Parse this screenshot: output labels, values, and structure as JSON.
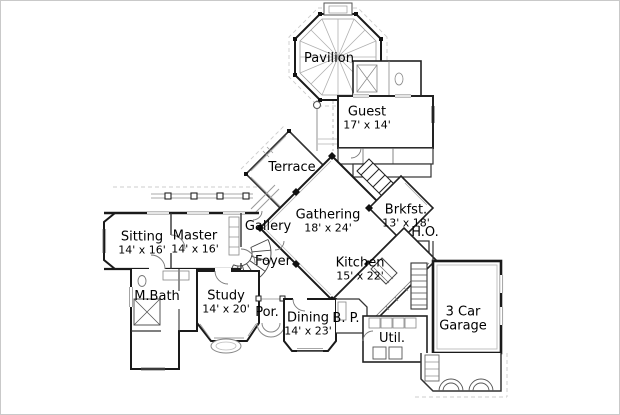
{
  "plan": {
    "rooms": {
      "pavilion": {
        "line1": "Pavilion"
      },
      "guest": {
        "line1": "Guest",
        "line2": "17' x 14'"
      },
      "terrace": {
        "line1": "Terrace"
      },
      "gathering": {
        "line1": "Gathering",
        "line2": "18' x 24'"
      },
      "breakfast": {
        "line1": "Brkfst.",
        "line2": "13' x 18'"
      },
      "home_office": {
        "line1": "H.O."
      },
      "gallery": {
        "line1": "Gallery"
      },
      "sitting": {
        "line1": "Sitting",
        "line2": "14' x 16'"
      },
      "master": {
        "line1": "Master",
        "line2": "14' x 16'"
      },
      "foyer": {
        "line1": "Foyer"
      },
      "kitchen": {
        "line1": "Kitchen",
        "line2": "15' x 22'"
      },
      "master_bath": {
        "line1": "M.Bath"
      },
      "study": {
        "line1": "Study",
        "line2": "14' x 20'"
      },
      "porch": {
        "line1": "Por."
      },
      "dining": {
        "line1": "Dining",
        "line2": "14' x 23'"
      },
      "butlers_pantry": {
        "line1": "B. P."
      },
      "utility": {
        "line1": "Util."
      },
      "garage": {
        "line1": "3 Car",
        "line2": "Garage"
      }
    },
    "colors": {
      "wall": "#1a1a1a",
      "secondary_line": "#9a9a9a",
      "light_line": "#b8b8b8",
      "dashed_overhang": "#cccccc",
      "background": "#ffffff",
      "frame": "#c9c9c9",
      "text": "#000000"
    }
  }
}
